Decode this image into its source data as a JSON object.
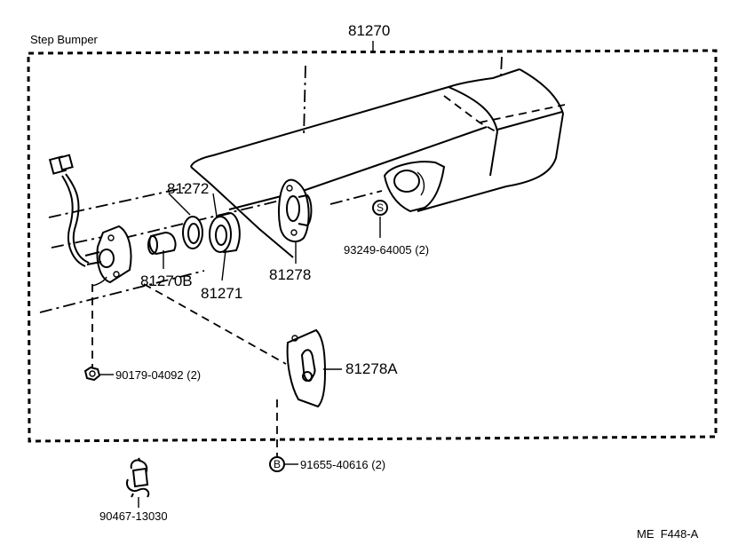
{
  "group": {
    "title": "Step Bumper",
    "part_number": "81270"
  },
  "labels": {
    "socket_gasket": "81272",
    "bulb_holder": "81270B",
    "lens_ring": "81271",
    "license_lamp_housing": "81278",
    "screw": "93249-64005 (2)",
    "nut": "90179-04092 (2)",
    "bracket": "81278A",
    "bolt": "91655-40616 (2)",
    "clamp": "90467-13030"
  },
  "symbols": {
    "screw": "S",
    "bolt": "B"
  },
  "footer": {
    "code": "ME  F448-A"
  }
}
